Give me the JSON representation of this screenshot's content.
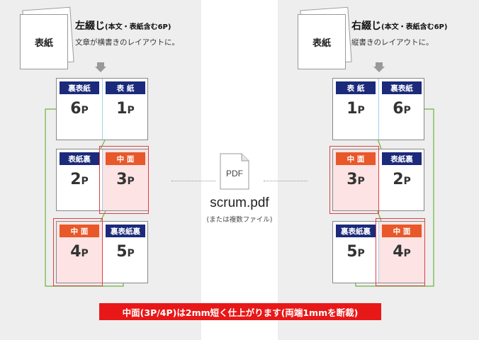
{
  "left_binding": {
    "cover_label": "表紙",
    "title": "左綴じ",
    "title_note": "(本文・表紙含む6P)",
    "description": "文章が横書きのレイアウトに。",
    "spreads": [
      {
        "left_tag": "裏表紙",
        "left_page": "6",
        "right_tag": "表 紙",
        "right_page": "1"
      },
      {
        "left_tag": "表紙裏",
        "left_page": "2",
        "right_tag": "中 面",
        "right_page": "3"
      },
      {
        "left_tag": "中 面",
        "left_page": "4",
        "right_tag": "裏表紙裏",
        "right_page": "5"
      }
    ]
  },
  "right_binding": {
    "cover_label": "表紙",
    "title": "右綴じ",
    "title_note": "(本文・表紙含む6P)",
    "description": "縦書きのレイアウトに。",
    "spreads": [
      {
        "left_tag": "表 紙",
        "left_page": "1",
        "right_tag": "裏表紙",
        "right_page": "6"
      },
      {
        "left_tag": "中 面",
        "left_page": "3",
        "right_tag": "表紙裏",
        "right_page": "2"
      },
      {
        "left_tag": "裏表紙裏",
        "left_page": "5",
        "right_tag": "中 面",
        "right_page": "4"
      }
    ]
  },
  "page_suffix": "P",
  "pdf": {
    "icon_label": "PDF",
    "filename": "scrum.pdf",
    "note": "(または複数ファイル)"
  },
  "footer_note": "中面(3P/4P)は2mm短く仕上がります(両端1mmを断裁)",
  "colors": {
    "tag_navy": "#1b2a7a",
    "tag_orange": "#e8582a",
    "connector_green": "#6db33f",
    "trim_red": "#e04040",
    "note_red": "#e81818"
  }
}
